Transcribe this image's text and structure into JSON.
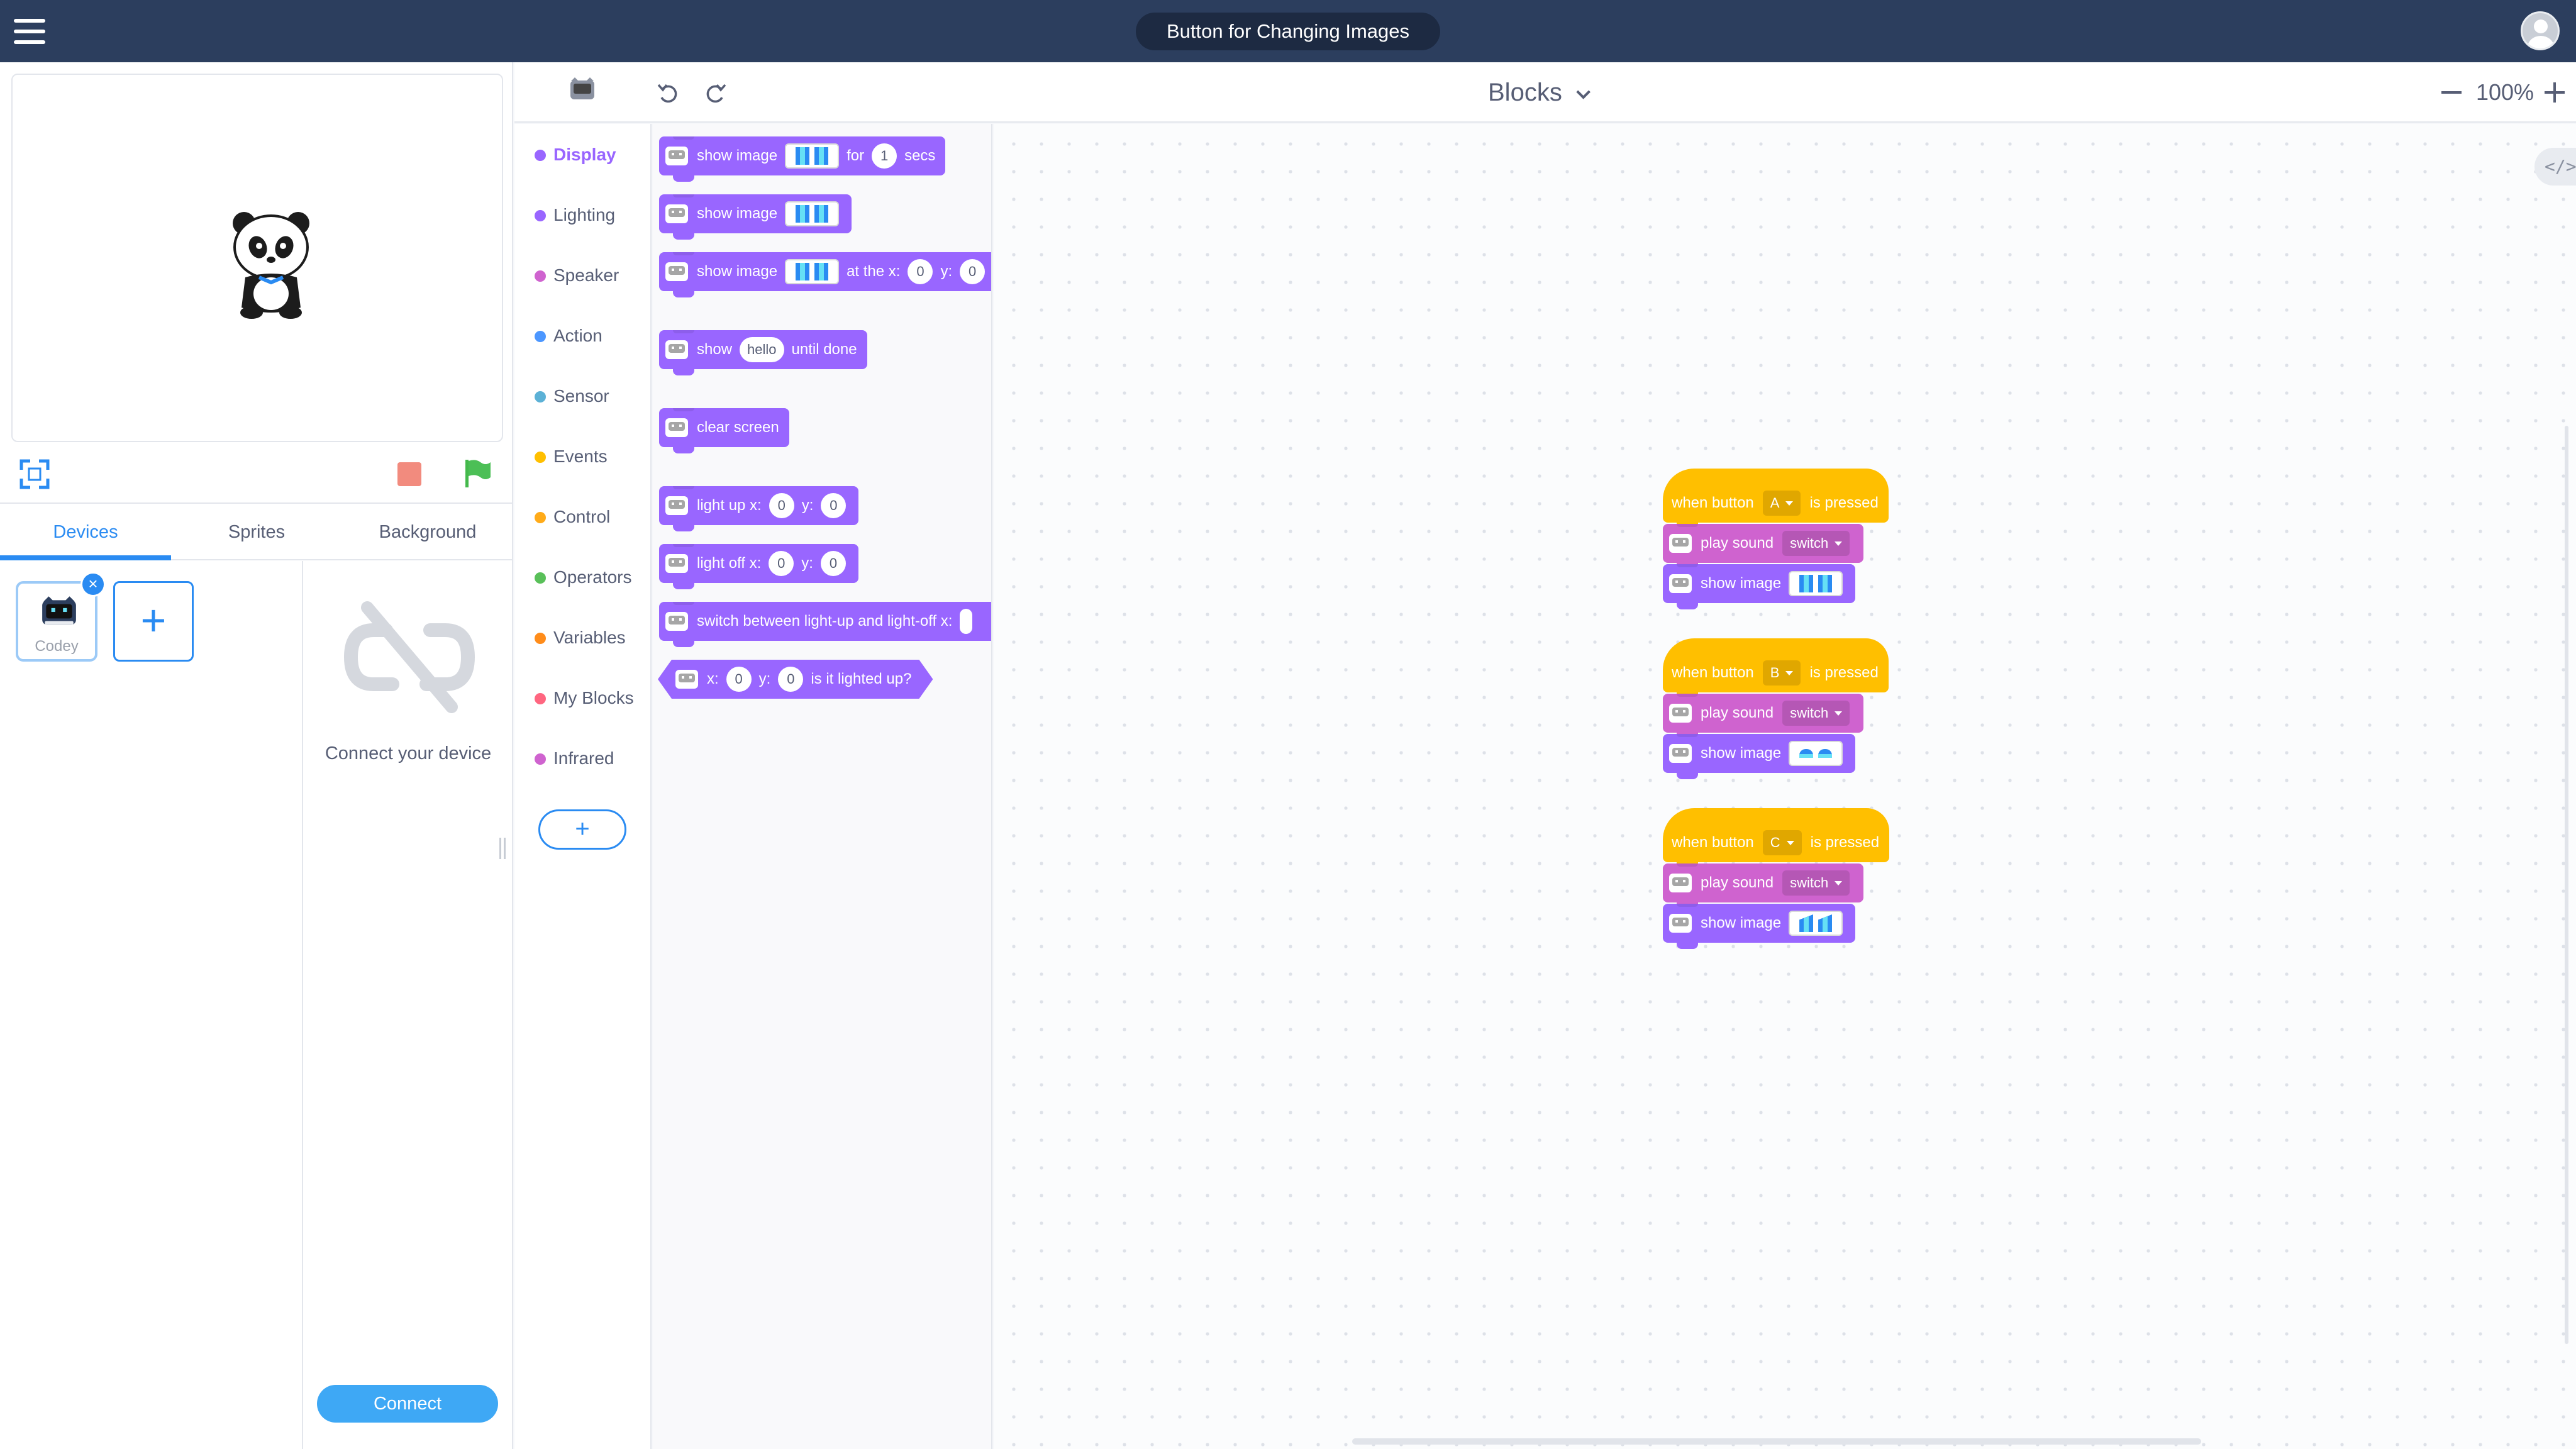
{
  "app": {
    "title": "Button for Changing Images"
  },
  "stage": {
    "tabs": [
      "Devices",
      "Sprites",
      "Background"
    ],
    "device_label": "Codey",
    "device_remove": "×",
    "add_symbol": "+",
    "connect_prompt": "Connect your device",
    "connect_button": "Connect"
  },
  "toolbar": {
    "mode": "Blocks",
    "zoom": "100%",
    "code_toggle": "</>"
  },
  "categories": [
    {
      "label": "Display",
      "color": "#9966ff",
      "active": true
    },
    {
      "label": "Lighting",
      "color": "#9966ff"
    },
    {
      "label": "Speaker",
      "color": "#cf63cf"
    },
    {
      "label": "Action",
      "color": "#4c97ff"
    },
    {
      "label": "Sensor",
      "color": "#5cb1d6"
    },
    {
      "label": "Events",
      "color": "#ffbf00"
    },
    {
      "label": "Control",
      "color": "#ffab19"
    },
    {
      "label": "Operators",
      "color": "#59c059"
    },
    {
      "label": "Variables",
      "color": "#ff8c1a"
    },
    {
      "label": "My Blocks",
      "color": "#ff6680"
    },
    {
      "label": "Infrared",
      "color": "#cf63cf"
    }
  ],
  "category_add": "+",
  "flyout": {
    "show_image_for": {
      "a": "show image",
      "b": "for",
      "c": "1",
      "d": "secs"
    },
    "show_image": {
      "a": "show image"
    },
    "show_image_at": {
      "a": "show image",
      "b": "at the x:",
      "c": "0",
      "d": "y:",
      "e": "0"
    },
    "show_text": {
      "a": "show",
      "b": "hello",
      "c": "until done"
    },
    "clear_screen": {
      "a": "clear screen"
    },
    "light_up": {
      "a": "light up x:",
      "b": "0",
      "c": "y:",
      "d": "0"
    },
    "light_off": {
      "a": "light off x:",
      "b": "0",
      "c": "y:",
      "d": "0"
    },
    "switch_light": {
      "a": "switch between light-up and light-off x:"
    },
    "is_lighted": {
      "a": "x:",
      "b": "0",
      "c": "y:",
      "d": "0",
      "e": "is it lighted up?"
    }
  },
  "scripts": [
    {
      "hat_a": "when button",
      "button": "A",
      "hat_b": "is pressed",
      "sound_a": "play sound",
      "sound": "switch",
      "image_a": "show image"
    },
    {
      "hat_a": "when button",
      "button": "B",
      "hat_b": "is pressed",
      "sound_a": "play sound",
      "sound": "switch",
      "image_a": "show image"
    },
    {
      "hat_a": "when button",
      "button": "C",
      "hat_b": "is pressed",
      "sound_a": "play sound",
      "sound": "switch",
      "image_a": "show image"
    }
  ],
  "colors": {
    "topbar": "#2c3e5e",
    "accent": "#2a8bf2",
    "looks": "#9966ff",
    "sound": "#cf63cf",
    "events": "#ffbf00"
  }
}
